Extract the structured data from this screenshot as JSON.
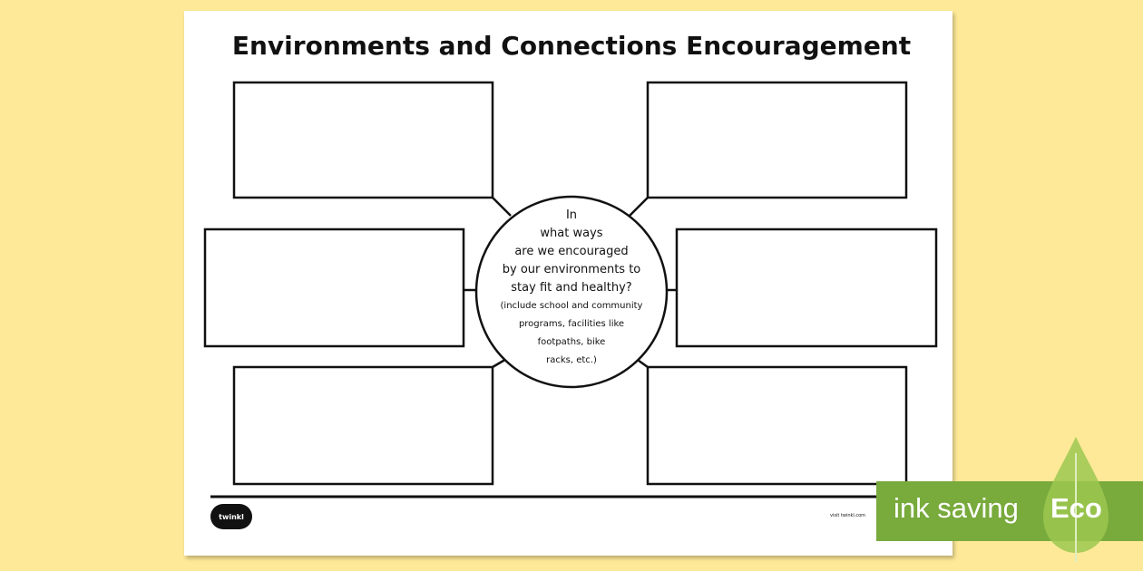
{
  "worksheet": {
    "title": "Environments and Connections Encouragement",
    "question_lines": [
      "In",
      "what ways",
      "are we encouraged",
      "by our environments to",
      "stay fit and healthy?"
    ],
    "note_lines": [
      "(include school and community",
      "programs, facilities like",
      "footpaths, bike",
      "racks, etc.)"
    ],
    "logo_text": "twinkl",
    "footer_text": "visit twinkl.com"
  },
  "badge": {
    "label": "ink saving",
    "eco": "Eco",
    "color": "#78aa3c"
  }
}
